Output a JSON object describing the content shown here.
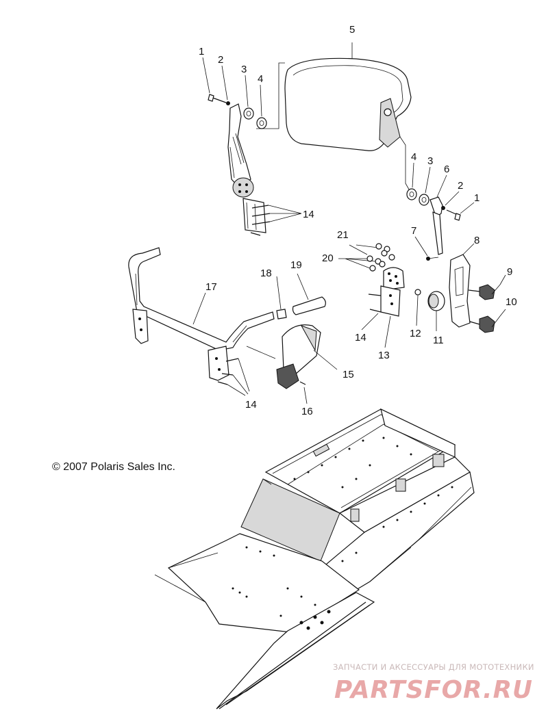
{
  "callouts": {
    "c1a": "1",
    "c2a": "2",
    "c3a": "3",
    "c4a": "4",
    "c5": "5",
    "c4b": "4",
    "c3b": "3",
    "c6": "6",
    "c2b": "2",
    "c1b": "1",
    "c14a": "14",
    "c21": "21",
    "c20": "20",
    "c7": "7",
    "c8": "8",
    "c9": "9",
    "c18": "18",
    "c19": "19",
    "c17": "17",
    "c10": "10",
    "c14b": "14",
    "c12": "12",
    "c11": "11",
    "c13": "13",
    "c15": "15",
    "c14c": "14",
    "c16": "16"
  },
  "copyright": "© 2007 Polaris Sales Inc.",
  "watermark": {
    "tagline": "ЗАПЧАСТИ И АКСЕССУАРЫ ДЛЯ МОТОТЕХНИКИ",
    "logo": "PARTSFOR.RU",
    "logo_color": "#e8a8a8"
  }
}
